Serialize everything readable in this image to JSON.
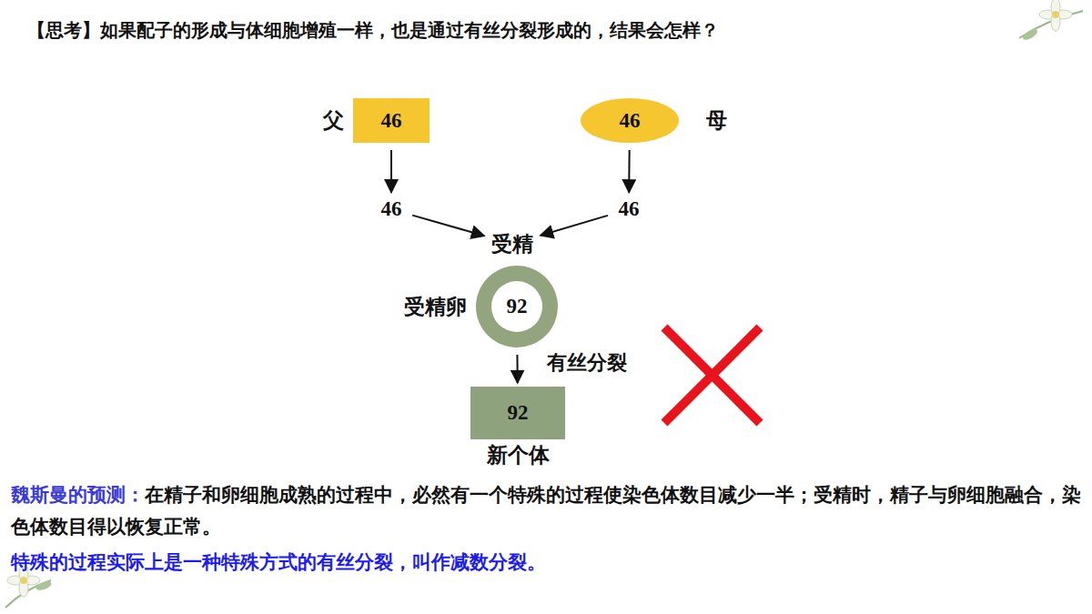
{
  "diagram": {
    "title": "【思考】如果配子的形成与体细胞增殖一样，也是通过有丝分裂形成的，结果会怎样？",
    "nodes": [
      {
        "text": [
          "父",
          "46"
        ]
      },
      {
        "text": [
          "46",
          "母"
        ]
      },
      {
        "text": [
          "46"
        ]
      },
      {
        "text": [
          "46"
        ]
      },
      {
        "text": [
          "受精"
        ]
      },
      {
        "text": [
          "受精卵",
          "92"
        ]
      },
      {
        "text": [
          "92",
          "新个体"
        ]
      }
    ],
    "edges": [
      {
        "from": 0,
        "to": 2,
        "arrow": "to"
      },
      {
        "from": 1,
        "to": 3,
        "arrow": "to"
      },
      {
        "from": 2,
        "to": 4,
        "arrow": "to"
      },
      {
        "from": 3,
        "to": 4,
        "arrow": "to"
      },
      {
        "from": 5,
        "to": 6,
        "label": "有丝分裂",
        "arrow": "to"
      }
    ],
    "labels": [
      "魏斯曼的预测：",
      "在精子和卵细胞成熟的过程中，必然有一个特殊的过程使染色体数目减少一半；受精时，精子与卵细胞融合，染色体数目得以恢复正常。",
      "特殊的过程实际上是一种特殊方式的有丝分裂，叫作减数分裂。"
    ]
  }
}
